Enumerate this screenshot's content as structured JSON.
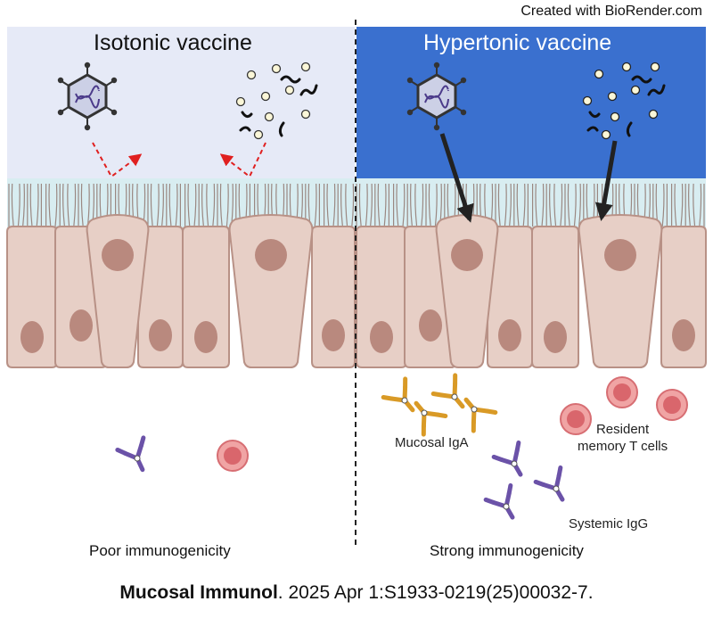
{
  "credit": "Created with BioRender.com",
  "left_panel": {
    "title": "Isotonic vaccine",
    "outcome": "Poor immunogenicity",
    "background_color": "#e6eaf7"
  },
  "right_panel": {
    "title": "Hypertonic vaccine",
    "outcome": "Strong immunogenicity",
    "background_color": "#3a70cf"
  },
  "labels": {
    "mucosal_iga": "Mucosal IgA",
    "resident_t_cells": "Resident\nmemory T cells",
    "systemic_igg": "Systemic IgG"
  },
  "citation": {
    "journal": "Mucosal Immunol",
    "rest": ". 2025 Apr 1:S1933-0219(25)00032-7."
  },
  "colors": {
    "cell_fill": "#e7cfc6",
    "cell_stroke": "#b89186",
    "nucleus": "#b9897e",
    "mucus": "#d8edf1",
    "cilia": "#9a8882",
    "iga": "#d99a26",
    "igg": "#6b52a8",
    "t_cell": "#e56f74",
    "blocked_arrow": "#e02020",
    "entry_arrow": "#222222"
  },
  "icons": [
    "virus-icon",
    "rna-particle-icon",
    "epithelial-cell-icon",
    "antibody-icon",
    "t-cell-icon"
  ]
}
